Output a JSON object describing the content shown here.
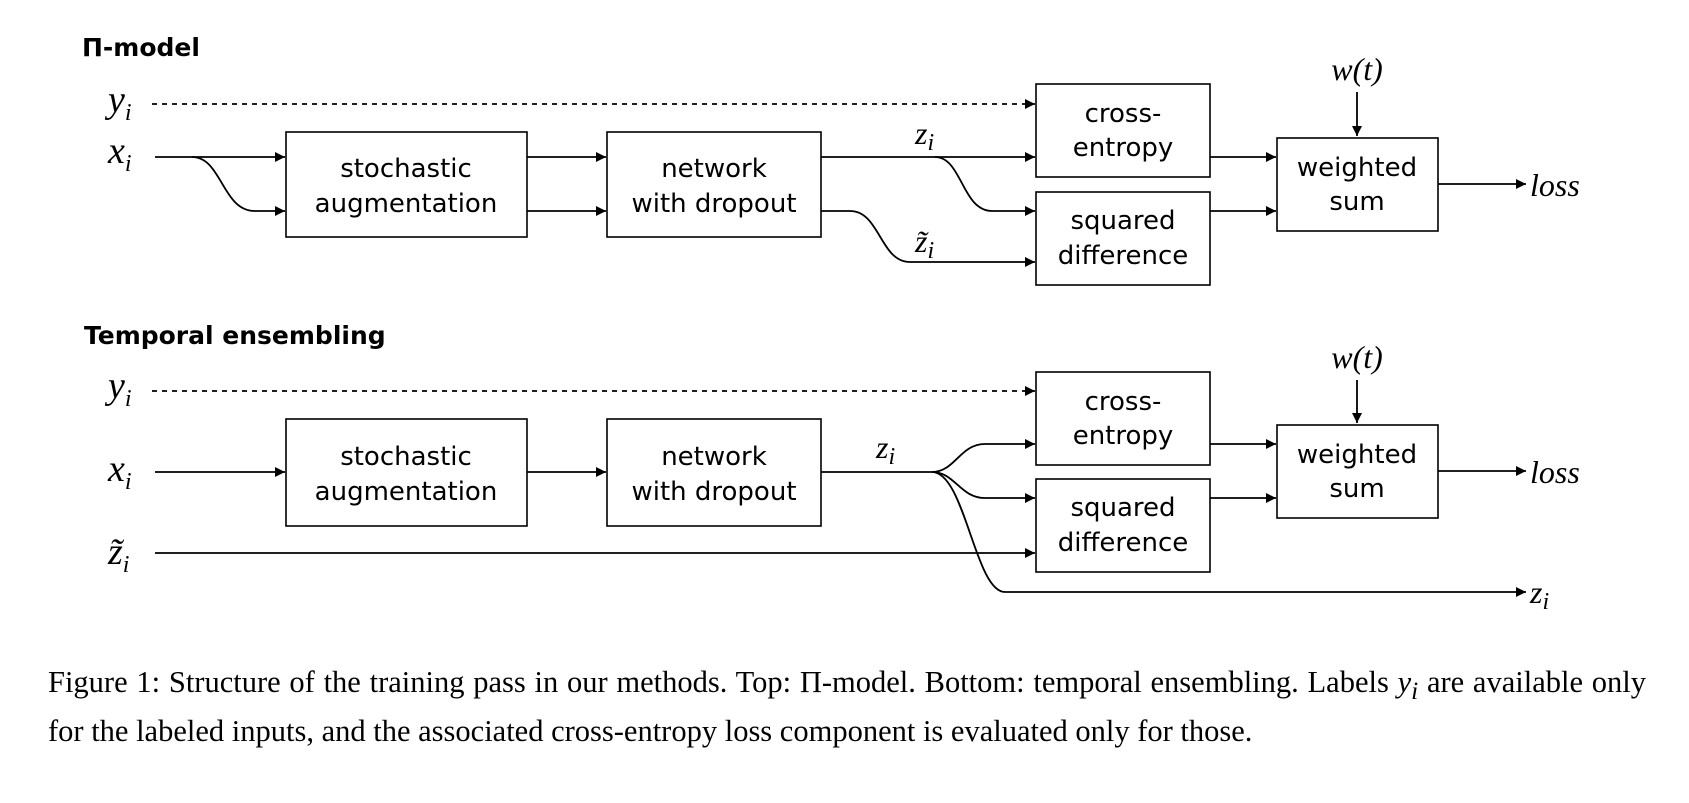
{
  "pi_model": {
    "title": "Π-model",
    "input_y": "y",
    "input_y_sub": "i",
    "input_x": "x",
    "input_x_sub": "i",
    "box_aug_line1": "stochastic",
    "box_aug_line2": "augmentation",
    "box_net_line1": "network",
    "box_net_line2": "with dropout",
    "z_label": "z",
    "z_sub": "i",
    "z_tilde_label": "z̃",
    "z_tilde_sub": "i",
    "box_ce_line1": "cross-",
    "box_ce_line2": "entropy",
    "box_sq_line1": "squared",
    "box_sq_line2": "difference",
    "box_ws_line1": "weighted",
    "box_ws_line2": "sum",
    "weight_label": "w(t)",
    "output_label": "loss"
  },
  "temporal": {
    "title": "Temporal ensembling",
    "input_y": "y",
    "input_y_sub": "i",
    "input_x": "x",
    "input_x_sub": "i",
    "input_z_tilde": "z̃",
    "input_z_tilde_sub": "i",
    "box_aug_line1": "stochastic",
    "box_aug_line2": "augmentation",
    "box_net_line1": "network",
    "box_net_line2": "with dropout",
    "z_label": "z",
    "z_sub": "i",
    "box_ce_line1": "cross-",
    "box_ce_line2": "entropy",
    "box_sq_line1": "squared",
    "box_sq_line2": "difference",
    "box_ws_line1": "weighted",
    "box_ws_line2": "sum",
    "weight_label": "w(t)",
    "output_label": "loss",
    "output_z": "z",
    "output_z_sub": "i"
  },
  "caption": {
    "part1": "Figure 1: Structure of the training pass in our methods. Top: Π-model. Bottom: temporal ensembling. Labels ",
    "label_var": "y",
    "label_sub": "i",
    "part2": " are available only for the labeled inputs, and the associated cross-entropy loss component is evaluated only for those."
  }
}
